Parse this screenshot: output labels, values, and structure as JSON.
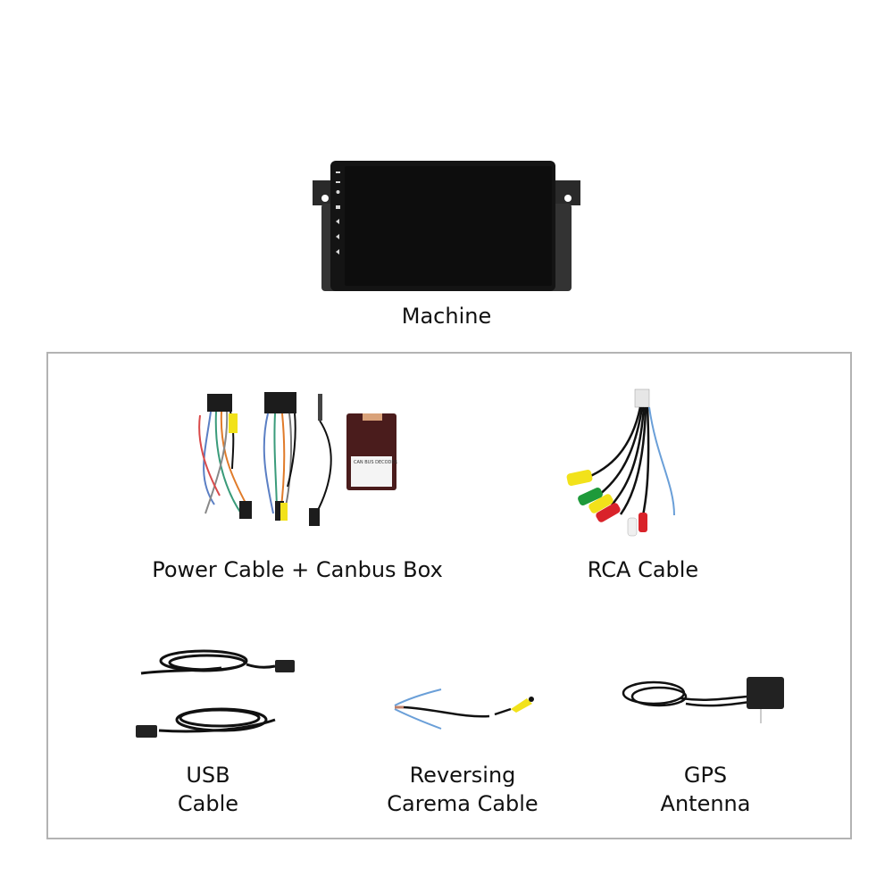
{
  "machine": {
    "label": "Machine",
    "icons": [
      "power-icon",
      "volume-icon",
      "settings-icon",
      "home-icon",
      "back-icon",
      "volume-down-icon",
      "volume-up-icon"
    ]
  },
  "accessories": [
    {
      "id": "power-cable-canbus",
      "label": "Power Cable + Canbus Box",
      "canbus_label": "CAN BUS DECODER"
    },
    {
      "id": "rca-cable",
      "label": "RCA Cable"
    },
    {
      "id": "usb-cable",
      "label_line1": "USB",
      "label_line2": "Cable"
    },
    {
      "id": "reversing-camera-cable",
      "label_line1": "Reversing",
      "label_line2": "Carema Cable"
    },
    {
      "id": "gps-antenna",
      "label_line1": "GPS",
      "label_line2": "Antenna"
    }
  ],
  "colors": {
    "frame_border": "#b3b3b3",
    "screen": "#0d0d0d",
    "canbus_box": "#4a1c1c",
    "rca_yellow": "#f2e21a",
    "rca_red": "#d9232a",
    "rca_green": "#1e9a3a",
    "wire_blue": "#6a9fd8"
  }
}
